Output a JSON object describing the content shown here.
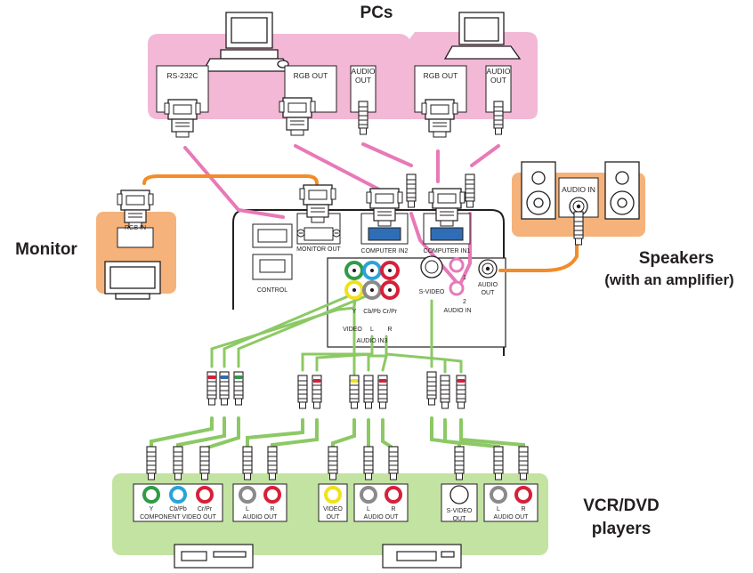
{
  "groups": {
    "pcs": "PCs",
    "monitor": "Monitor",
    "speakers": "Speakers",
    "speakers_sub": "(with an amplifier)",
    "vcr_line1": "VCR/DVD",
    "vcr_line2": "players"
  },
  "pc_ports": {
    "rs232c": "RS-232C",
    "rgb_out_1": "RGB OUT",
    "audio_out_1a": "AUDIO",
    "audio_out_1b": "OUT",
    "rgb_out_2": "RGB OUT",
    "audio_out_2a": "AUDIO",
    "audio_out_2b": "OUT"
  },
  "monitor_port": "RGB IN",
  "speaker_port": "AUDIO IN",
  "projector_ports": {
    "control": "CONTROL",
    "monitor_out": "MONITOR OUT",
    "computer_in2": "COMPUTER IN2",
    "computer_in1": "COMPUTER IN1",
    "s_video": "S-VIDEO",
    "audio_out_a": "AUDIO",
    "audio_out_b": "OUT",
    "audio_in": "AUDIO IN",
    "audio_in_1": "1",
    "audio_in_2": "2",
    "y": "Y",
    "cb_pb": "Cb/Pb",
    "cr_pr": "Cr/Pr",
    "video": "VIDEO",
    "l": "L",
    "r": "R",
    "audio_in3": "AUDIO IN3"
  },
  "device_ports": {
    "y": "Y",
    "cb_pb": "Cb/Pb",
    "cr_pr": "Cr/Pr",
    "component_video_out": "COMPONENT VIDEO OUT",
    "l1": "L",
    "r1": "R",
    "audio_out_1": "AUDIO OUT",
    "video_a": "VIDEO",
    "video_b": "OUT",
    "l2": "L",
    "r2": "R",
    "audio_out_2": "AUDIO OUT",
    "svideo_a": "S-VIDEO",
    "svideo_b": "OUT",
    "l3": "L",
    "r3": "R",
    "audio_out_3": "AUDIO OUT"
  },
  "colors": {
    "pc_panel": "#f2b8d6",
    "monitor_panel": "#f5b27a",
    "vcr_panel": "#c3e3a2",
    "pink_cable": "#e879b8",
    "orange_cable": "#f28c28",
    "green_cable": "#8cc965",
    "blue_port": "#2f6db5",
    "red_port": "#d6203a",
    "green_port": "#2f9b46",
    "yellow_port": "#f1e11a",
    "cyan_port": "#28a4d8"
  }
}
